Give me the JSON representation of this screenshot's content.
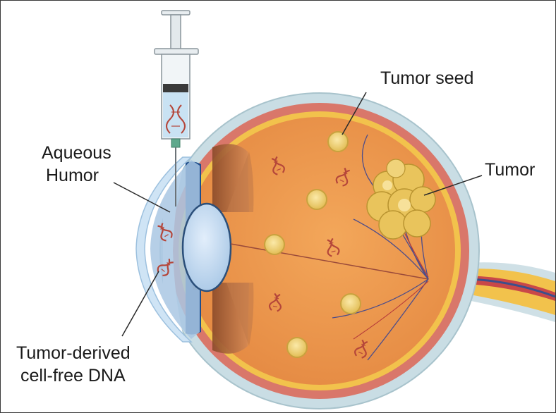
{
  "labels": {
    "tumor_seed": "Tumor seed",
    "tumor": "Tumor",
    "aqueous_line1": "Aqueous",
    "aqueous_line2": "Humor",
    "cfdna_line1": "Tumor-derived",
    "cfdna_line2": "cell-free DNA"
  },
  "colors": {
    "sclera": "#c9dde4",
    "choroid": "#d9776a",
    "retina": "#f2c24c",
    "vitreous": "#ec9a4e",
    "lens": "#c3daf0",
    "iris": "#1f4e8c",
    "cornea": "#cfe4f5",
    "tumor": "#e9c45c",
    "dna": "#b5463a",
    "nerve": "#f0c04a"
  },
  "icons": [
    "syringe-icon",
    "dna-icon",
    "tumor-seed-icon",
    "tumor-mass-icon",
    "eye-cross-section-icon"
  ]
}
